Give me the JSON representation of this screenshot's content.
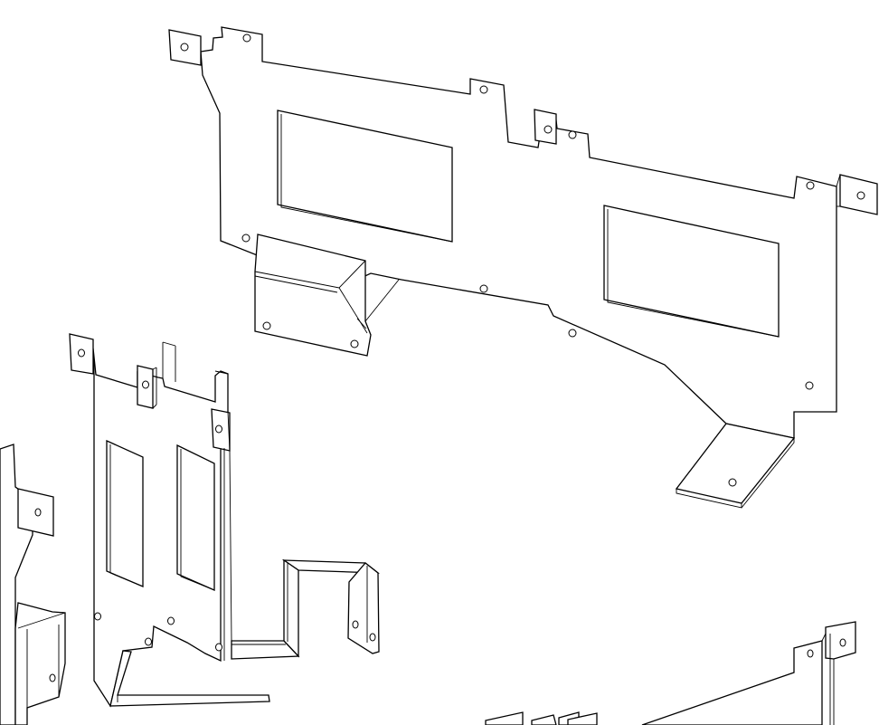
{
  "drawing": {
    "kind": "isometric line drawing of sheet-metal brackets",
    "line_color": "#000000",
    "background": "#ffffff"
  },
  "parts": [
    {
      "id": "bracket-large",
      "cutouts": 2,
      "mounting_tabs": 5
    },
    {
      "id": "bracket-mid-left",
      "cutouts": 2,
      "mounting_tabs": 4
    },
    {
      "id": "bracket-small-u",
      "cutouts": 0,
      "mounting_tabs": 0
    },
    {
      "id": "bracket-partial-left",
      "cutouts": 0,
      "mounting_tabs": 1
    },
    {
      "id": "bracket-partial-bottom-right",
      "cutouts": 0,
      "mounting_tabs": 1
    }
  ]
}
